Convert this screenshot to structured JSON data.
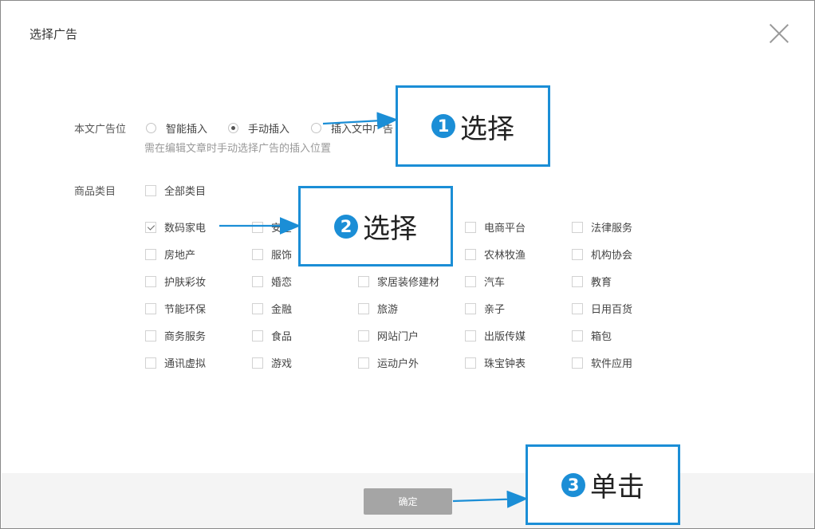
{
  "dialog": {
    "title": "选择广告"
  },
  "placement": {
    "label": "本文广告位",
    "options": [
      "智能插入",
      "手动插入",
      "插入文中广告"
    ],
    "selected": "手动插入",
    "hint": "需在编辑文章时手动选择广告的插入位置"
  },
  "category": {
    "label": "商品类目",
    "all": "全部类目",
    "items": [
      [
        "数码家电",
        "安全",
        "",
        "电商平台",
        "法律服务"
      ],
      [
        "房地产",
        "服饰",
        "",
        "农林牧渔",
        "机构协会"
      ],
      [
        "护肤彩妆",
        "婚恋",
        "家居装修建材",
        "汽车",
        "教育"
      ],
      [
        "节能环保",
        "金融",
        "旅游",
        "亲子",
        "日用百货"
      ],
      [
        "商务服务",
        "食品",
        "网站门户",
        "出版传媒",
        "箱包"
      ],
      [
        "通讯虚拟",
        "游戏",
        "运动户外",
        "珠宝钟表",
        "软件应用"
      ]
    ],
    "checked": [
      "数码家电"
    ]
  },
  "footer": {
    "ok_label": "确定"
  },
  "callouts": {
    "c1": {
      "num": "1",
      "text": "选择"
    },
    "c2": {
      "num": "2",
      "text": "选择"
    },
    "c3": {
      "num": "3",
      "text": "单击"
    }
  },
  "colors": {
    "accent": "#1b8ed6",
    "button": "#a5a5a5",
    "footer": "#f4f4f4"
  }
}
